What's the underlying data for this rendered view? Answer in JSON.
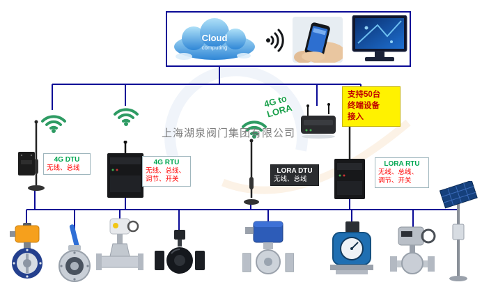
{
  "watermark": {
    "company": "上海湖泉阀门集团有限公司"
  },
  "cloud": {
    "title": "Cloud",
    "subtitle": "computing"
  },
  "bridge": {
    "line1": "4G to",
    "line2": "LORA"
  },
  "note": {
    "line1": "支持50台",
    "line2": "终端设备",
    "line3": "接入"
  },
  "labels": [
    {
      "title": "4G DTU",
      "lines": [
        "无线、总线"
      ]
    },
    {
      "title": "4G RTU",
      "lines": [
        "无线、总线、",
        "调节、开关"
      ]
    },
    {
      "title": "LORA DTU",
      "lines": [
        "无线、总线"
      ]
    },
    {
      "title": "LORA RTU",
      "lines": [
        "无线、总线、",
        "调节、开关"
      ]
    }
  ],
  "colors": {
    "connector_line": "#0A0A96",
    "label_title_green": "#00A651",
    "label_body_red": "#FF0000",
    "note_background": "#FFF200",
    "note_text": "#C00000",
    "wifi_green": "#2E9B63"
  },
  "icons": {
    "top_panel": [
      "cloud-computing-icon",
      "wifi-signal-icon",
      "hand-holding-phone-photo",
      "desktop-monitor-photo"
    ],
    "field_devices": [
      "wifi-icon",
      "antenna-icon",
      "4g-dtu-box",
      "4g-rtu-box",
      "lora-dtu-antenna",
      "lora-gateway-router",
      "lora-rtu-box"
    ],
    "bottom_devices": [
      "electric-butterfly-valve",
      "manual-butterfly-valve",
      "electric-gate-valve",
      "ball-valve",
      "electric-ball-valve",
      "electromagnetic-flowmeter",
      "electric-globe-valve",
      "solar-power-station"
    ]
  }
}
